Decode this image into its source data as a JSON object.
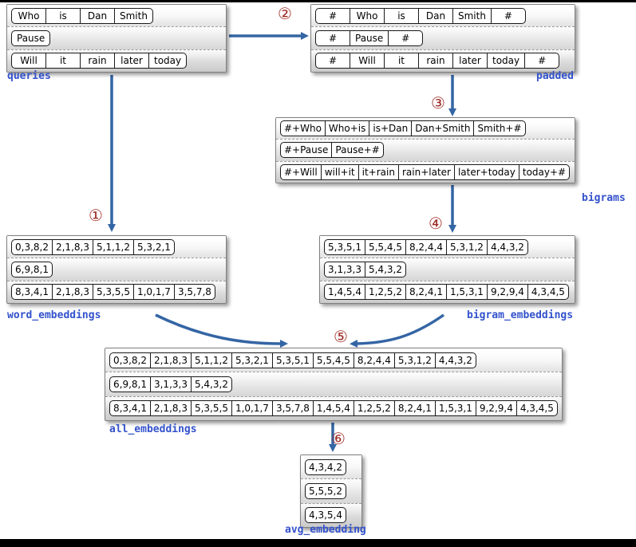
{
  "panels": {
    "queries": {
      "label": "queries",
      "rows": [
        [
          "Who",
          "is",
          "Dan",
          "Smith"
        ],
        [
          "Pause"
        ],
        [
          "Will",
          "it",
          "rain",
          "later",
          "today"
        ]
      ]
    },
    "padded": {
      "label": "padded",
      "rows": [
        [
          "#",
          "Who",
          "is",
          "Dan",
          "Smith",
          "#"
        ],
        [
          "#",
          "Pause",
          "#"
        ],
        [
          "#",
          "Will",
          "it",
          "rain",
          "later",
          "today",
          "#"
        ]
      ]
    },
    "bigrams": {
      "label": "bigrams",
      "rows": [
        [
          "#+Who",
          "Who+is",
          "is+Dan",
          "Dan+Smith",
          "Smith+#"
        ],
        [
          "#+Pause",
          "Pause+#"
        ],
        [
          "#+Will",
          "will+it",
          "it+rain",
          "rain+later",
          "later+today",
          "today+#"
        ]
      ]
    },
    "word_embeddings": {
      "label": "word_embeddings",
      "rows": [
        [
          "0,3,8,2",
          "2,1,8,3",
          "5,1,1,2",
          "5,3,2,1"
        ],
        [
          "6,9,8,1"
        ],
        [
          "8,3,4,1",
          "2,1,8,3",
          "5,3,5,5",
          "1,0,1,7",
          "3,5,7,8"
        ]
      ]
    },
    "bigram_embeddings": {
      "label": "bigram_embeddings",
      "rows": [
        [
          "5,3,5,1",
          "5,5,4,5",
          "8,2,4,4",
          "5,3,1,2",
          "4,4,3,2"
        ],
        [
          "3,1,3,3",
          "5,4,3,2"
        ],
        [
          "1,4,5,4",
          "1,2,5,2",
          "8,2,4,1",
          "1,5,3,1",
          "9,2,9,4",
          "4,3,4,5"
        ]
      ]
    },
    "all_embeddings": {
      "label": "all_embeddings",
      "rows": [
        [
          "0,3,8,2",
          "2,1,8,3",
          "5,1,1,2",
          "5,3,2,1",
          "5,3,5,1",
          "5,5,4,5",
          "8,2,4,4",
          "5,3,1,2",
          "4,4,3,2"
        ],
        [
          "6,9,8,1",
          "3,1,3,3",
          "5,4,3,2"
        ],
        [
          "8,3,4,1",
          "2,1,8,3",
          "5,3,5,5",
          "1,0,1,7",
          "3,5,7,8",
          "1,4,5,4",
          "1,2,5,2",
          "8,2,4,1",
          "1,5,3,1",
          "9,2,9,4",
          "4,3,4,5"
        ]
      ]
    },
    "avg_embedding": {
      "label": "avg_embedding",
      "rows": [
        [
          "4,3,4,2"
        ],
        [
          "5,5,5,2"
        ],
        [
          "4,3,5,4"
        ]
      ]
    }
  },
  "markers": [
    {
      "glyph": "①"
    },
    {
      "glyph": "②"
    },
    {
      "glyph": "③"
    },
    {
      "glyph": "④"
    },
    {
      "glyph": "⑤"
    },
    {
      "glyph": "⑥"
    }
  ],
  "colors": {
    "label": "#3352cc",
    "arrow": "#3465a4",
    "marker": "#9e2b25"
  }
}
